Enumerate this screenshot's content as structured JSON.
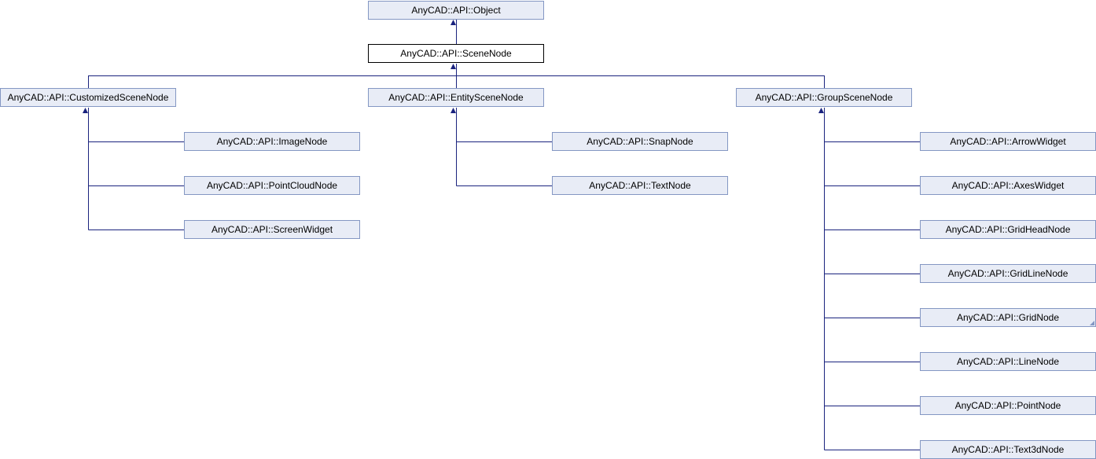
{
  "diagram": {
    "nodes": {
      "object": "AnyCAD::API::Object",
      "scene_node": "AnyCAD::API::SceneNode",
      "customized_scene_node": "AnyCAD::API::CustomizedSceneNode",
      "entity_scene_node": "AnyCAD::API::EntitySceneNode",
      "group_scene_node": "AnyCAD::API::GroupSceneNode",
      "image_node": "AnyCAD::API::ImageNode",
      "point_cloud_node": "AnyCAD::API::PointCloudNode",
      "screen_widget": "AnyCAD::API::ScreenWidget",
      "snap_node": "AnyCAD::API::SnapNode",
      "text_node": "AnyCAD::API::TextNode",
      "arrow_widget": "AnyCAD::API::ArrowWidget",
      "axes_widget": "AnyCAD::API::AxesWidget",
      "grid_head_node": "AnyCAD::API::GridHeadNode",
      "grid_line_node": "AnyCAD::API::GridLineNode",
      "grid_node": "AnyCAD::API::GridNode",
      "line_node": "AnyCAD::API::LineNode",
      "point_node": "AnyCAD::API::PointNode",
      "text3d_node": "AnyCAD::API::Text3dNode"
    },
    "colors": {
      "edge": "#1a237e",
      "node_fill": "#e8ecf6",
      "node_border": "#8497c3",
      "current_border": "#000000"
    }
  }
}
